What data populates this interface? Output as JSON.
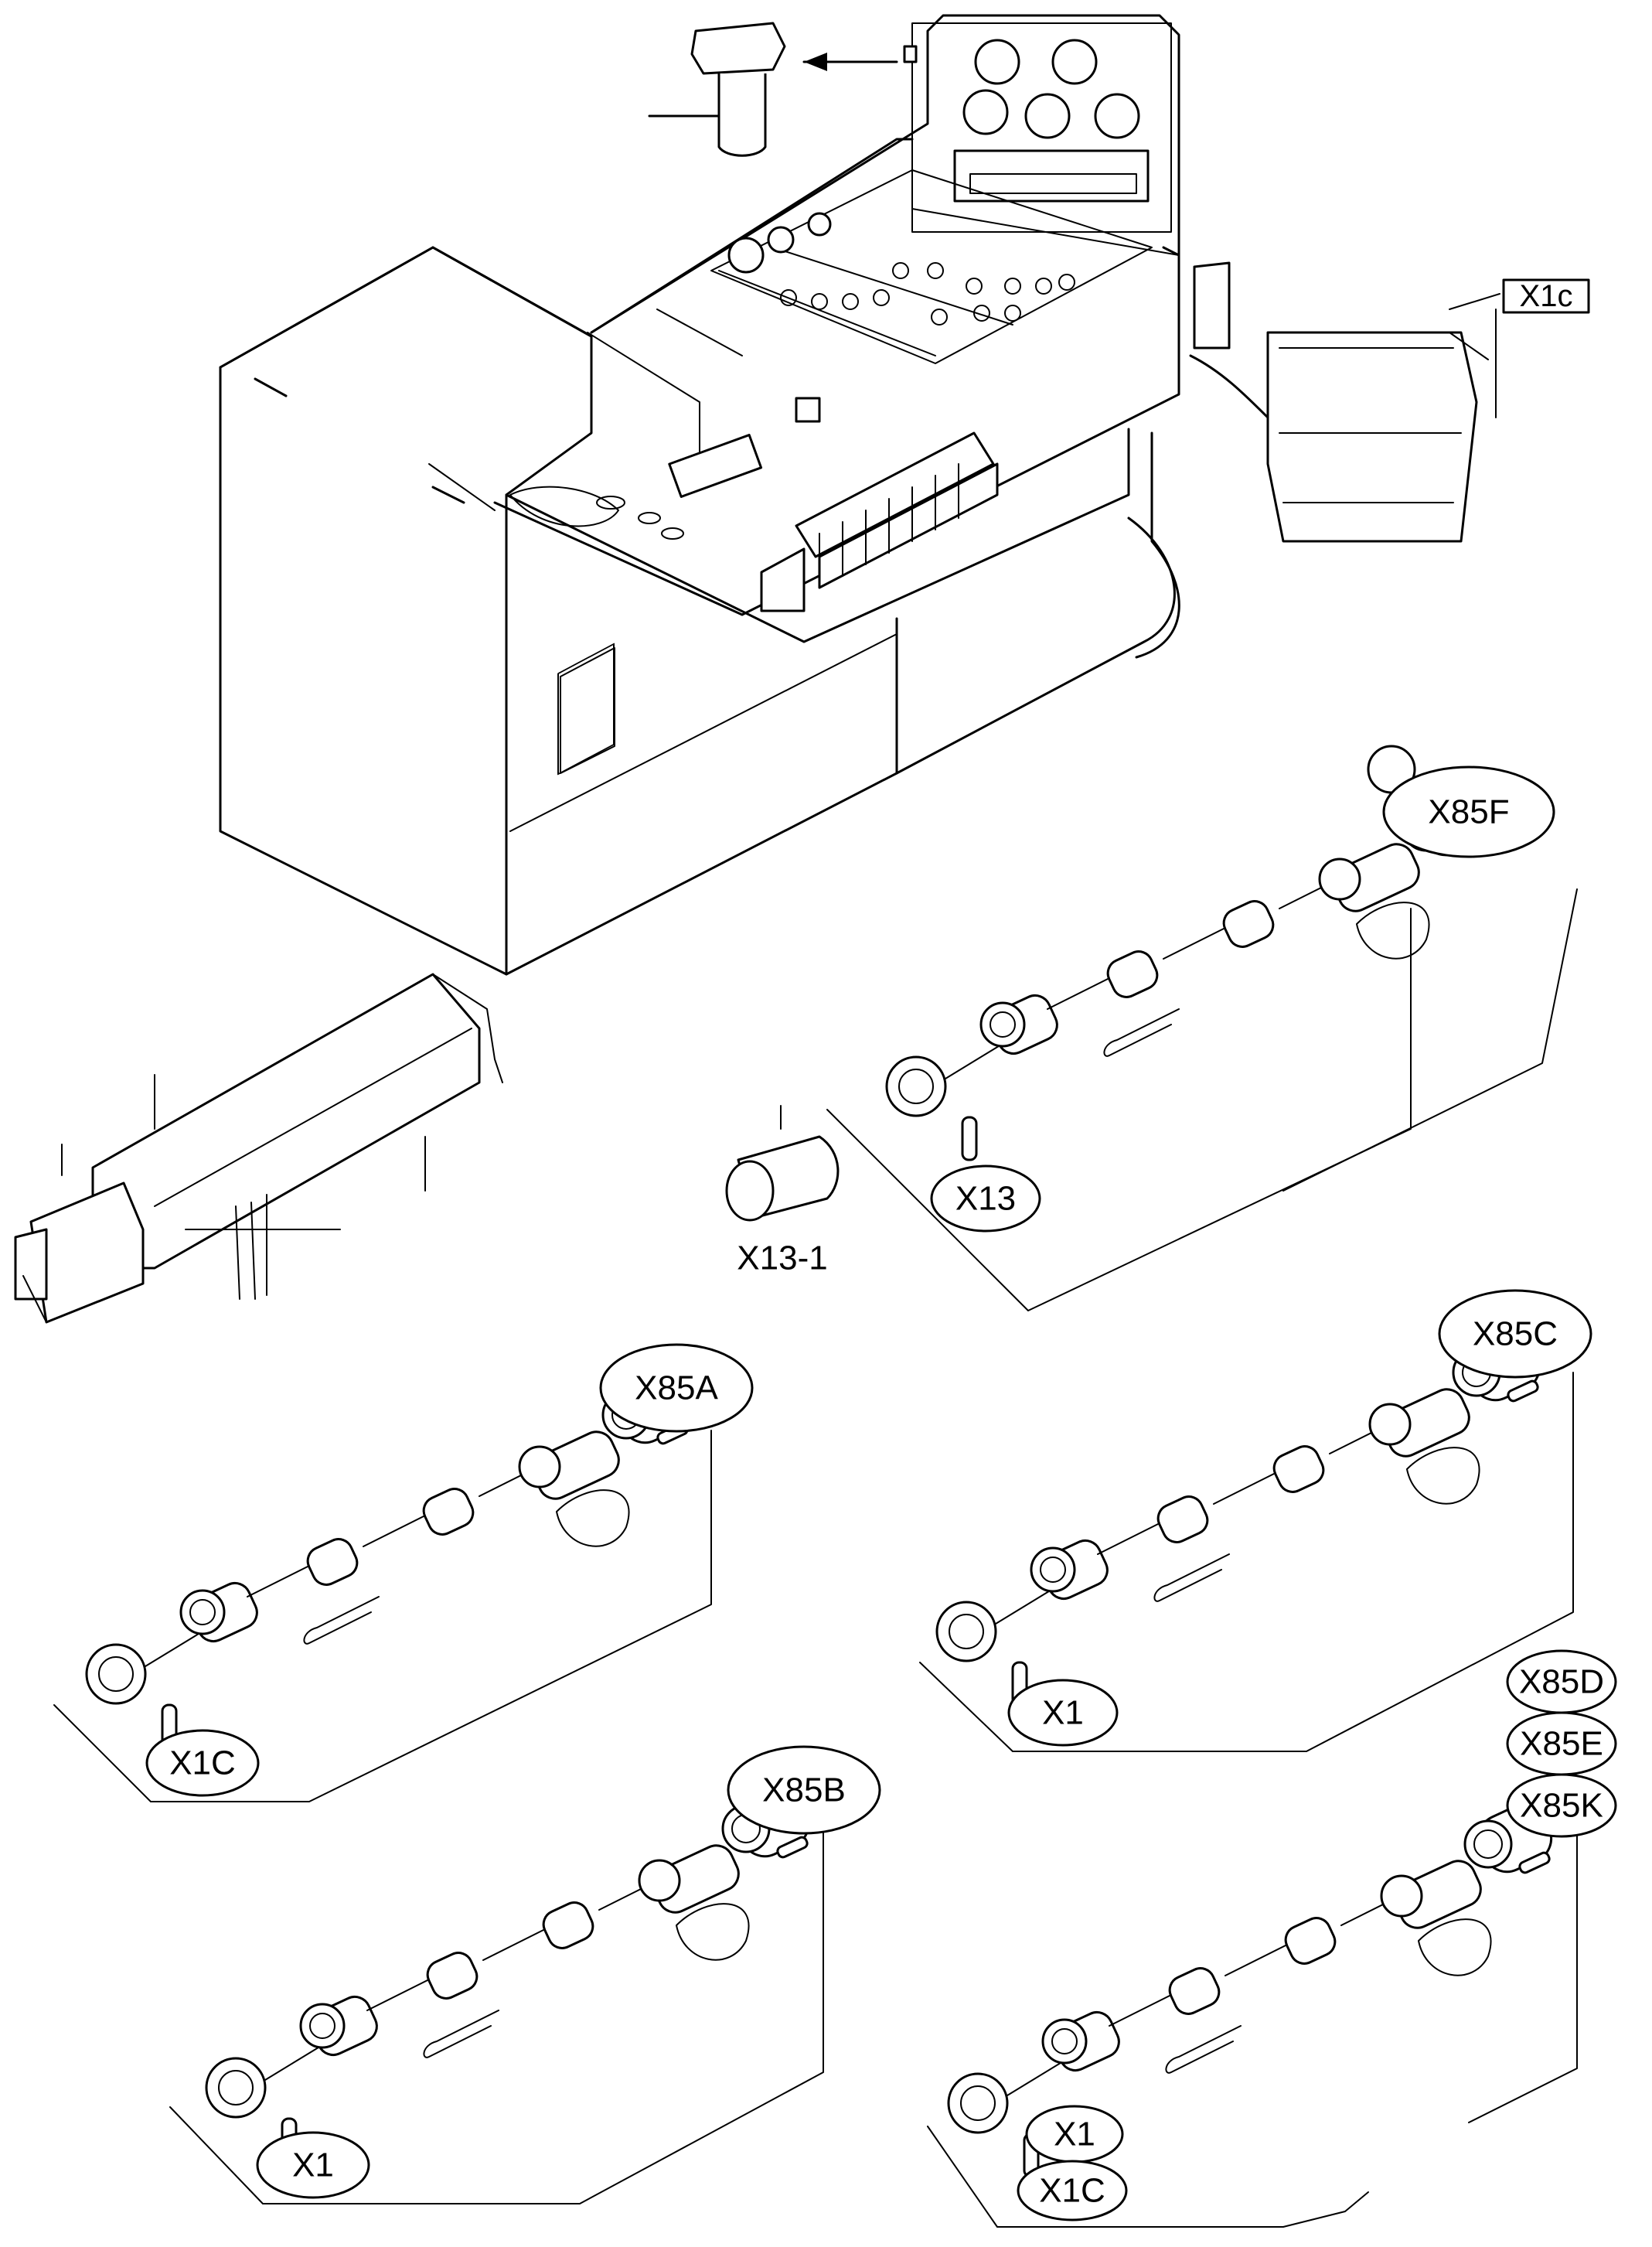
{
  "callouts": {
    "x1c_box": "X1c",
    "x85f": "X85F",
    "x13": "X13",
    "x13_1": "X13-1",
    "x85a": "X85A",
    "x1c_a": "X1C",
    "x85c": "X85C",
    "x1_c": "X1",
    "x85b": "X85B",
    "x1_b": "X1",
    "x85d": "X85D",
    "x85e": "X85E",
    "x85k": "X85K",
    "x1_d": "X1",
    "x1c_d": "X1C"
  }
}
